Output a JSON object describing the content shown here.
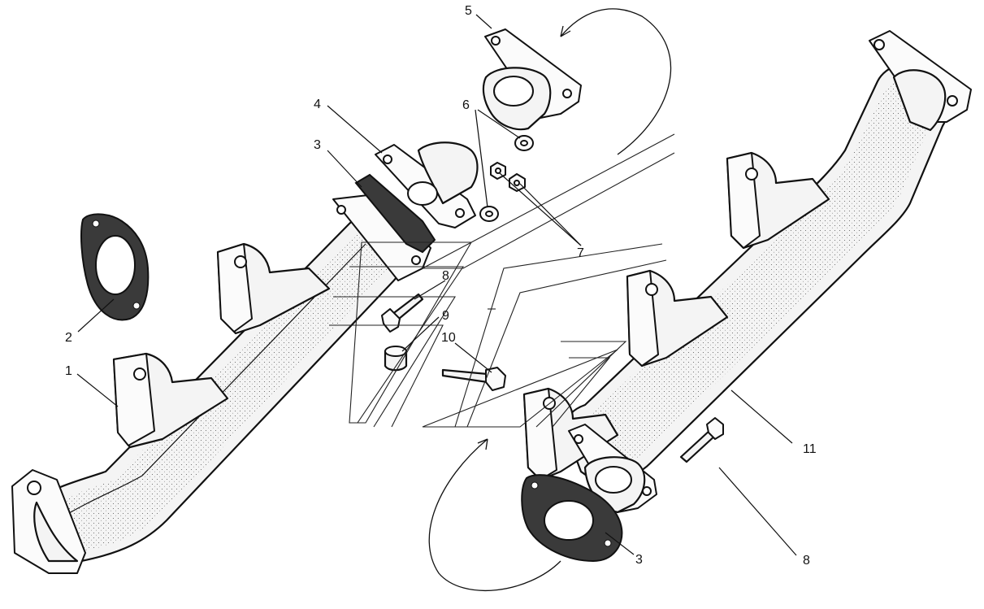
{
  "callouts": [
    {
      "id": "c1",
      "text": "1"
    },
    {
      "id": "c2",
      "text": "2"
    },
    {
      "id": "c3a",
      "text": "3"
    },
    {
      "id": "c3b",
      "text": "3"
    },
    {
      "id": "c4",
      "text": "4"
    },
    {
      "id": "c5",
      "text": "5"
    },
    {
      "id": "c6",
      "text": "6"
    },
    {
      "id": "c7",
      "text": "7"
    },
    {
      "id": "c8a",
      "text": "8"
    },
    {
      "id": "c8b",
      "text": "8"
    },
    {
      "id": "c9",
      "text": "9"
    },
    {
      "id": "c10",
      "text": "10"
    },
    {
      "id": "c11",
      "text": "11"
    }
  ],
  "colors": {
    "ink": "#111111",
    "paper": "#ffffff"
  }
}
